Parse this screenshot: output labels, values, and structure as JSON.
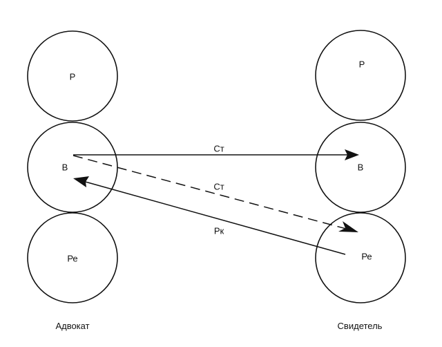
{
  "advocate": {
    "title": "Адвокат",
    "states": [
      "Р",
      "В",
      "Ре"
    ]
  },
  "witness": {
    "title": "Свидетель",
    "states": [
      "Р",
      "В",
      "Ре"
    ]
  },
  "transactions": [
    {
      "label": "Ст",
      "from": "advocate.В",
      "to": "witness.В",
      "style": "solid"
    },
    {
      "label": "Ст",
      "from": "advocate.В",
      "to": "witness.Ре",
      "style": "dashed"
    },
    {
      "label": "Рк",
      "from": "witness.Ре",
      "to": "advocate.В",
      "style": "solid"
    }
  ]
}
